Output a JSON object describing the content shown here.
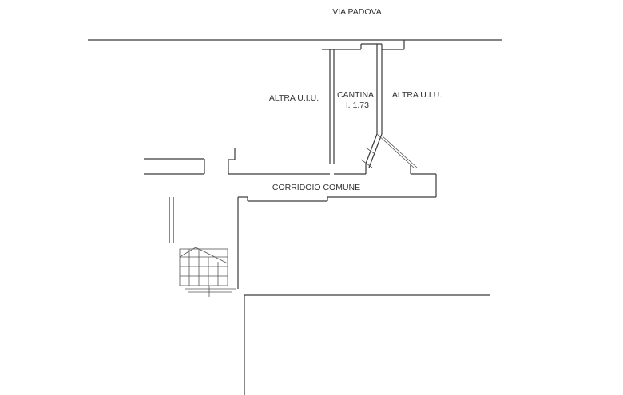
{
  "labels": {
    "street": "VIA PADOVA",
    "unit_left": "ALTRA U.I.U.",
    "unit_right": "ALTRA U.I.U.",
    "cellar_name": "CANTINA",
    "cellar_height": "H. 1.73",
    "corridor": "CORRIDOIO COMUNE"
  },
  "colors": {
    "line": "#3a3a3a",
    "text": "#333333",
    "background": "#ffffff"
  }
}
